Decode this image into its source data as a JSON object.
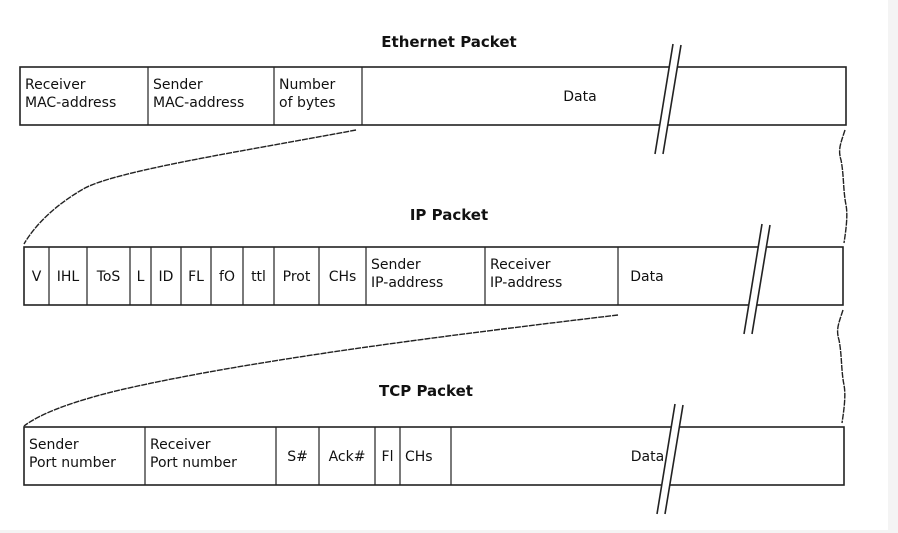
{
  "packets": [
    {
      "id": "ethernet",
      "title": "Ethernet Packet",
      "cells": [
        {
          "lines": [
            "Receiver",
            "MAC-address"
          ]
        },
        {
          "lines": [
            "Sender",
            "MAC-address"
          ]
        },
        {
          "lines": [
            "Number",
            "of bytes"
          ]
        },
        {
          "lines": [
            "Data"
          ]
        }
      ]
    },
    {
      "id": "ip",
      "title": "IP Packet",
      "cells": [
        {
          "lines": [
            "V"
          ]
        },
        {
          "lines": [
            "IHL"
          ]
        },
        {
          "lines": [
            "ToS"
          ]
        },
        {
          "lines": [
            "L"
          ]
        },
        {
          "lines": [
            "ID"
          ]
        },
        {
          "lines": [
            "FL"
          ]
        },
        {
          "lines": [
            "fO"
          ]
        },
        {
          "lines": [
            "ttl"
          ]
        },
        {
          "lines": [
            "Prot"
          ]
        },
        {
          "lines": [
            "CHs"
          ]
        },
        {
          "lines": [
            "Sender",
            "IP-address"
          ]
        },
        {
          "lines": [
            "Receiver",
            "IP-address"
          ]
        },
        {
          "lines": [
            "Data"
          ]
        }
      ]
    },
    {
      "id": "tcp",
      "title": "TCP Packet",
      "cells": [
        {
          "lines": [
            "Sender",
            "Port number"
          ]
        },
        {
          "lines": [
            "Receiver",
            "Port number"
          ]
        },
        {
          "lines": [
            "S#"
          ]
        },
        {
          "lines": [
            "Ack#"
          ]
        },
        {
          "lines": [
            "Fl"
          ]
        },
        {
          "lines": [
            "CHs"
          ]
        },
        {
          "lines": [
            "Data"
          ]
        }
      ]
    }
  ]
}
